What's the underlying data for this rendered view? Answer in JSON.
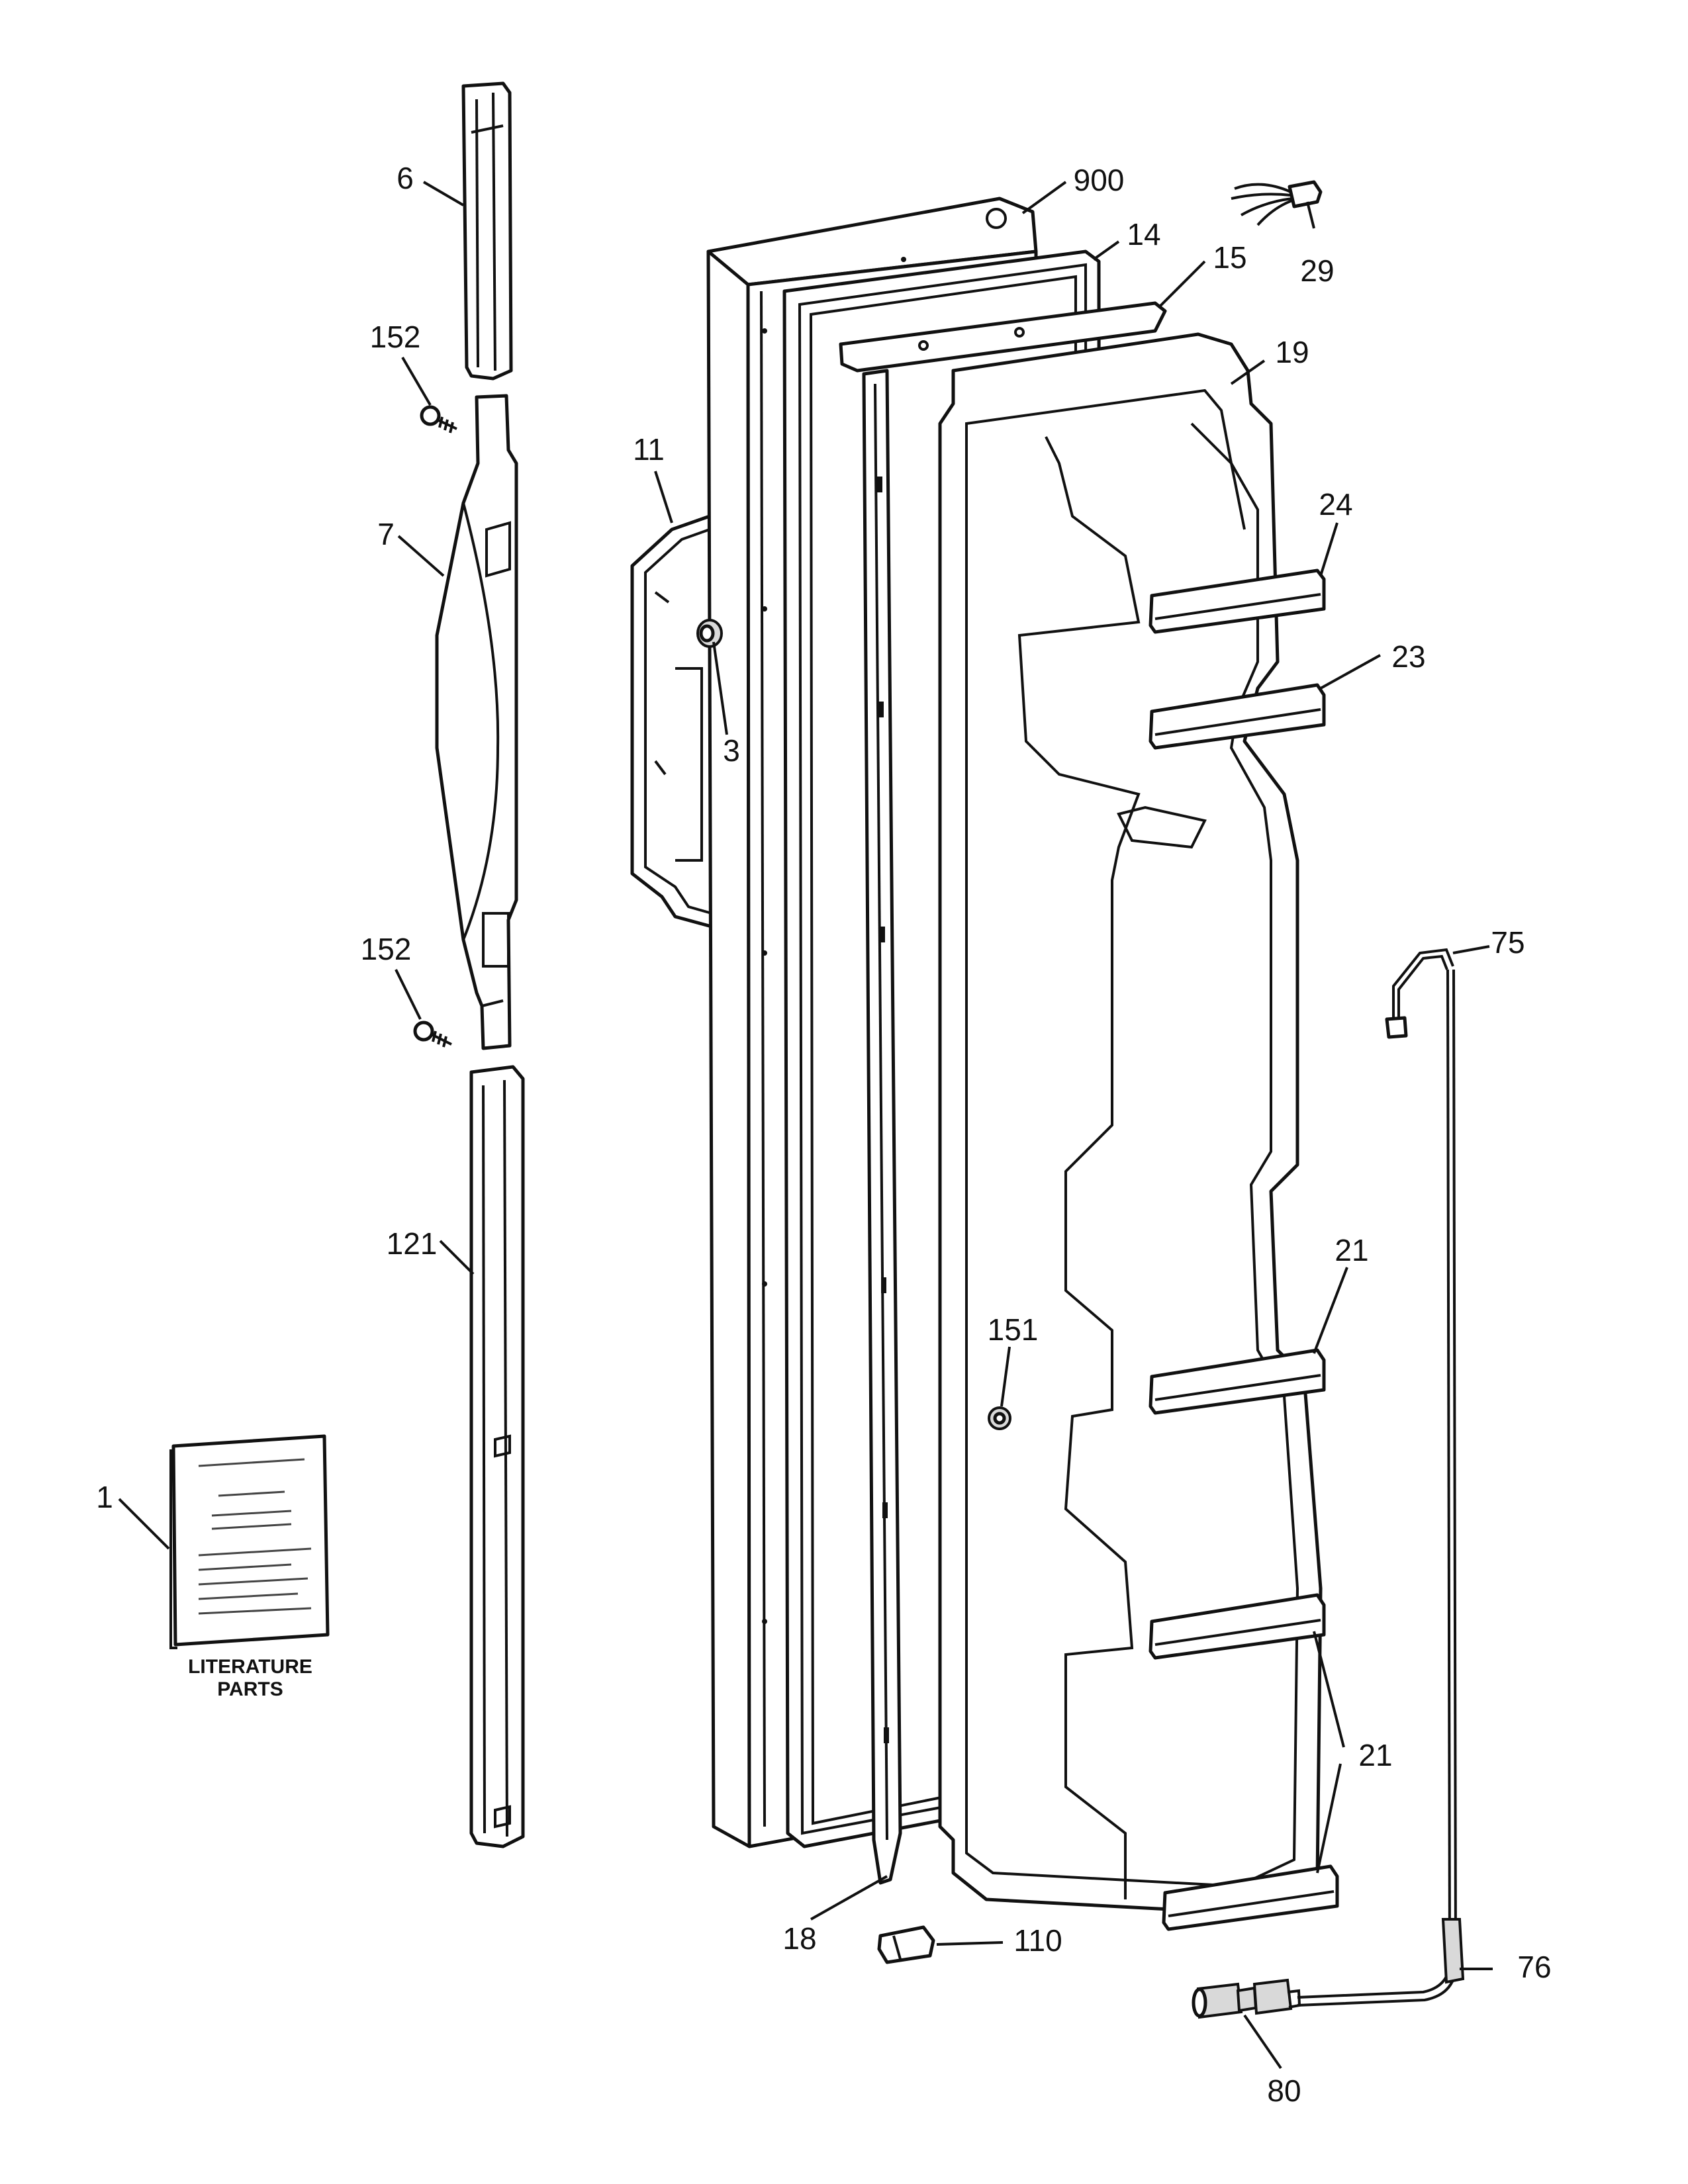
{
  "callouts": {
    "c6": "6",
    "c152a": "152",
    "c7": "7",
    "c152b": "152",
    "c121": "121",
    "c1": "1",
    "c11": "11",
    "c3": "3",
    "c900": "900",
    "c14": "14",
    "c15": "15",
    "c19": "19",
    "c29": "29",
    "c24": "24",
    "c23": "23",
    "c75": "75",
    "c151": "151",
    "c21a": "21",
    "c21b": "21",
    "c18": "18",
    "c110": "110",
    "c76": "76",
    "c80": "80"
  },
  "literature": {
    "line1": "LITERATURE",
    "line2": "PARTS"
  }
}
